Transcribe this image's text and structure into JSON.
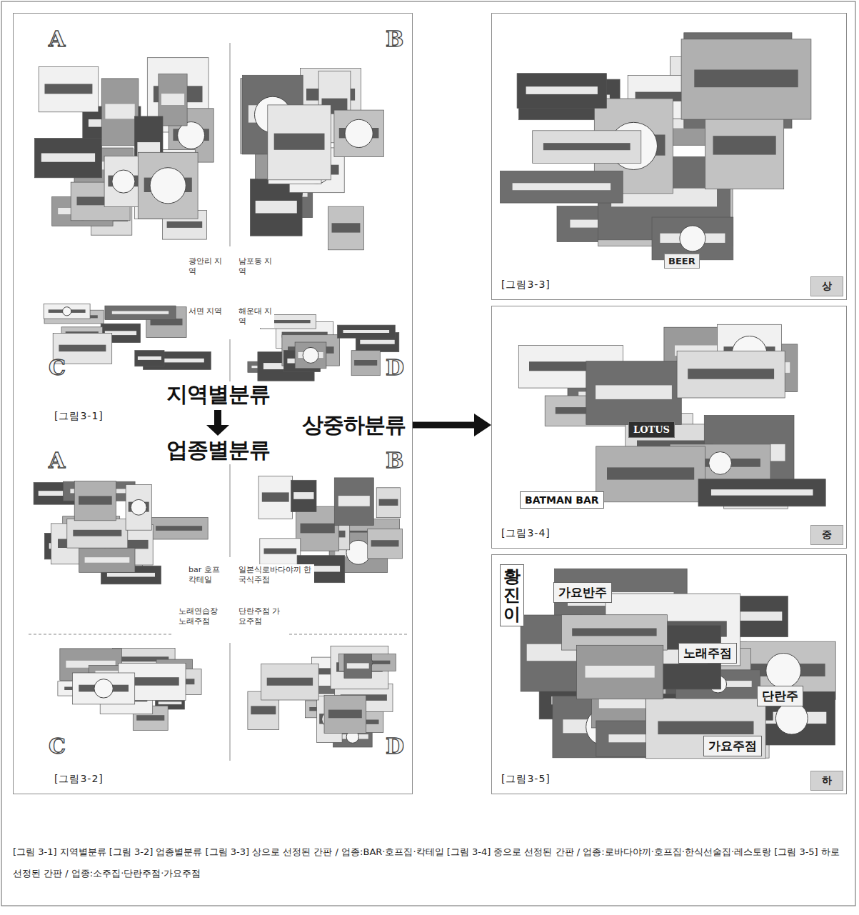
{
  "diagram": {
    "caption": "[그림 3-1] 지역별분류 [그림 3-2] 업종별분류 [그림 3-3] 상으로 선정된 간판 / 업종:BAR·호프집·칵테일 [그림 3-4] 중으로 선정된 간판 / 업종:로바다야끼·호프집·한식선술집·레스토랑 [그림 3-5] 하로 선정된 간판 / 업종:소주집·단란주점·가요주점",
    "nodes": [
      {
        "text": [
          "[그림3-1]",
          "[그림3-2]"
        ]
      },
      {
        "text": [
          "[그림3-3]"
        ]
      },
      {
        "text": [
          "상"
        ],
        "in": 1
      },
      {
        "text": [
          "[그림3-4]"
        ]
      },
      {
        "text": [
          "중"
        ],
        "in": 3
      },
      {
        "text": [
          "[그림3-5]"
        ]
      },
      {
        "text": [
          "하"
        ],
        "in": 5
      }
    ],
    "edges": [
      {
        "from": 0,
        "to": 3,
        "arrow": "to",
        "label": "상중하분류"
      }
    ],
    "labels": [
      "A",
      "B",
      "광안리 지역",
      "남포동 지역",
      "서면 지역",
      "해운대 지역",
      "C",
      "D",
      "지역별분류",
      "업종별분류",
      "A",
      "B",
      "bar 호프 칵테일",
      "일본식로바다야끼 한국식주점",
      "노래연습장 노래주점",
      "단란주점 가요주점",
      "C",
      "D",
      "BEER",
      "LOTUS",
      "BATMAN BAR",
      "황진이",
      "가요반주",
      "노래주점",
      "단란주",
      "가요주점"
    ]
  }
}
